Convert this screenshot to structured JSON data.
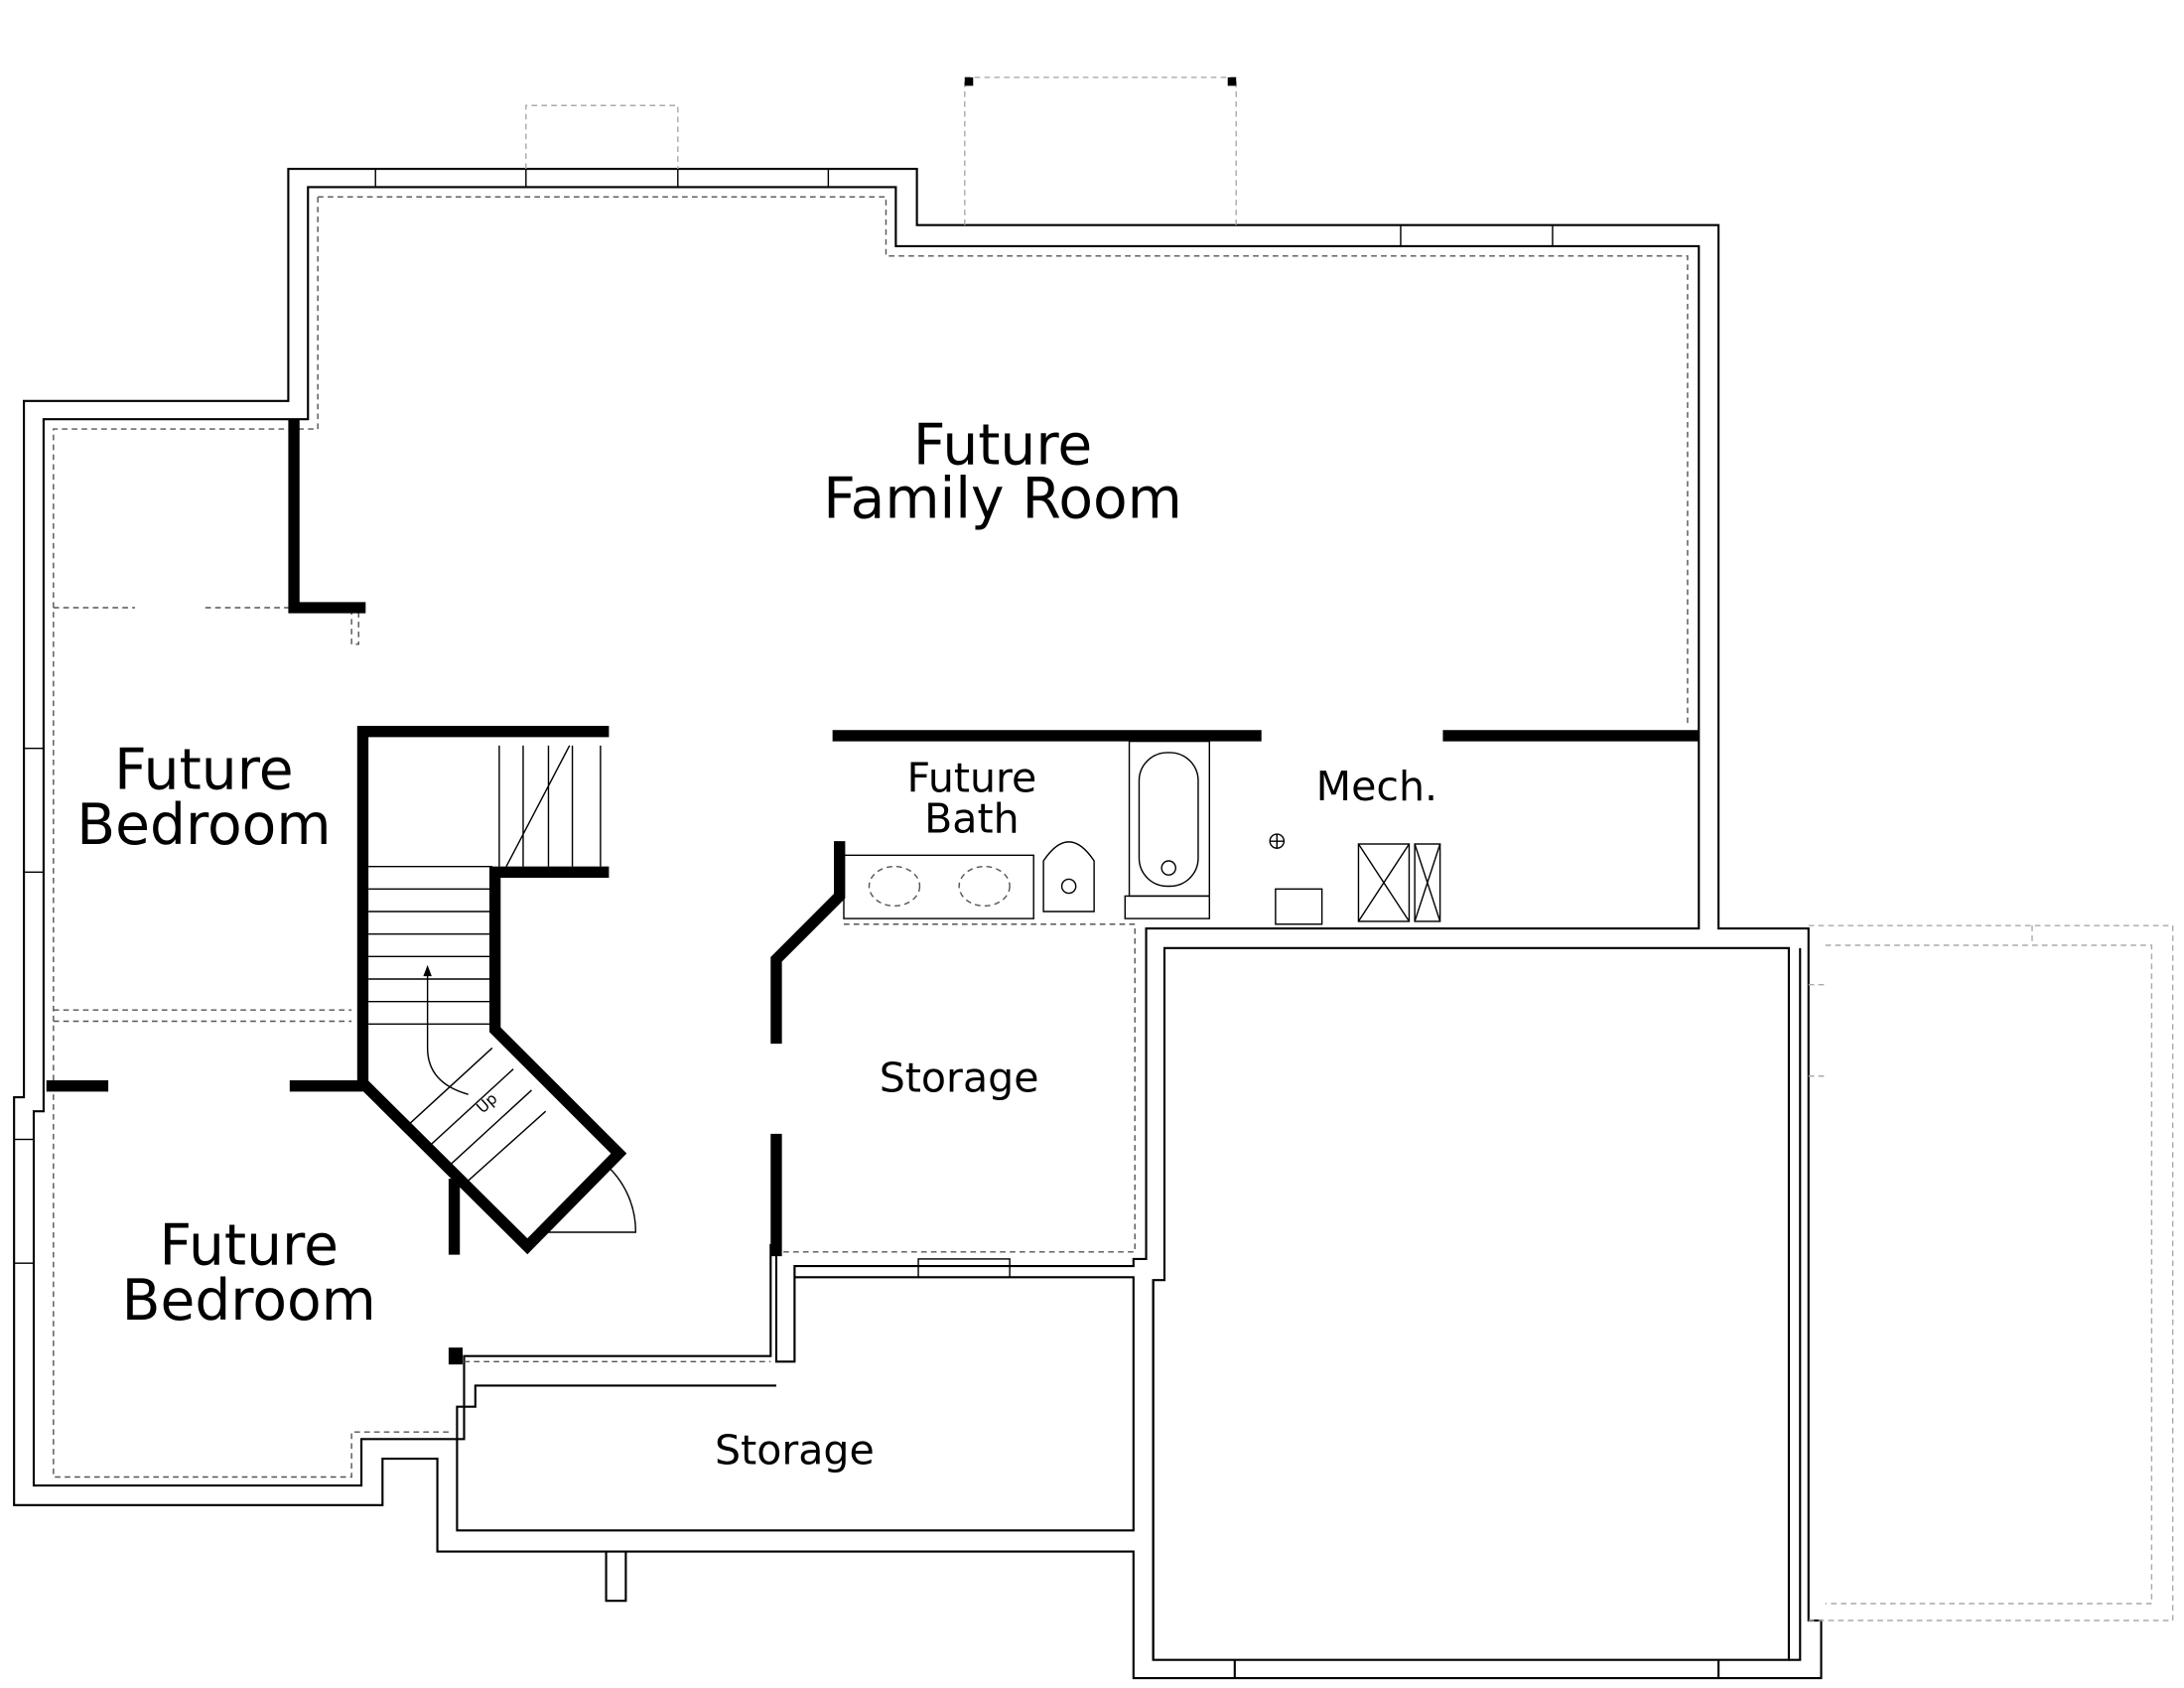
{
  "rooms": {
    "family_room": {
      "line1": "Future",
      "line2": "Family Room"
    },
    "bedroom_upper": {
      "line1": "Future",
      "line2": "Bedroom"
    },
    "bedroom_lower": {
      "line1": "Future",
      "line2": "Bedroom"
    },
    "bath": {
      "line1": "Future",
      "line2": "Bath"
    },
    "mech": {
      "label": "Mech."
    },
    "storage_middle": {
      "label": "Storage"
    },
    "storage_bottom": {
      "label": "Storage"
    }
  },
  "stairs": {
    "direction_label": "Up"
  }
}
